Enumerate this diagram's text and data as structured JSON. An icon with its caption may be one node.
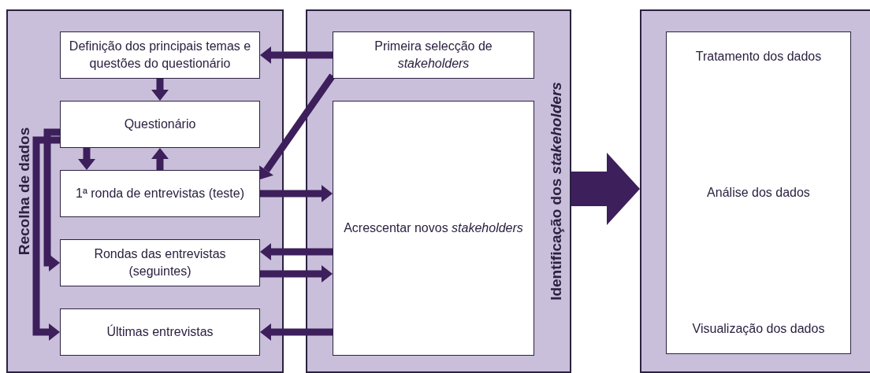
{
  "diagram": {
    "nodes": [
      {
        "text": [
          "Recolha de dados"
        ]
      },
      {
        "text": [
          "Definição dos principais temas e questões do questionário"
        ],
        "in": 0
      },
      {
        "text": [
          "Questionário"
        ],
        "in": 0
      },
      {
        "text": [
          "1ª ronda de entrevistas (teste)"
        ],
        "in": 0
      },
      {
        "text": [
          "Rondas das entrevistas (seguintes)"
        ],
        "in": 0
      },
      {
        "text": [
          "Últimas entrevistas"
        ],
        "in": 0
      },
      {
        "text": [
          "Identificação dos *stakeholders*"
        ]
      },
      {
        "text": [
          "Primeira selecção de *stakeholders*"
        ],
        "in": 6
      },
      {
        "text": [
          "Acrescentar novos *stakeholders*"
        ],
        "in": 6
      },
      {
        "text": [
          "Tratamento dos dados",
          "Análise dos dados",
          "Visualização dos dados"
        ]
      }
    ],
    "edges": [
      {
        "from": 7,
        "to": 1,
        "arrow": "to"
      },
      {
        "from": 1,
        "to": 2,
        "arrow": "to"
      },
      {
        "from": 7,
        "to": 3,
        "arrow": "to"
      },
      {
        "from": 3,
        "to": 2,
        "arrow": "to"
      },
      {
        "from": 2,
        "to": 3,
        "arrow": "to"
      },
      {
        "from": 2,
        "to": 4,
        "arrow": "to"
      },
      {
        "from": 2,
        "to": 5,
        "arrow": "to"
      },
      {
        "from": 3,
        "to": 8,
        "arrow": "to"
      },
      {
        "from": 8,
        "to": 4,
        "arrow": "to"
      },
      {
        "from": 4,
        "to": 8,
        "arrow": "to"
      },
      {
        "from": 8,
        "to": 5,
        "arrow": "to"
      },
      {
        "from": 6,
        "to": 9,
        "arrow": "to",
        "style": "thick"
      }
    ]
  }
}
